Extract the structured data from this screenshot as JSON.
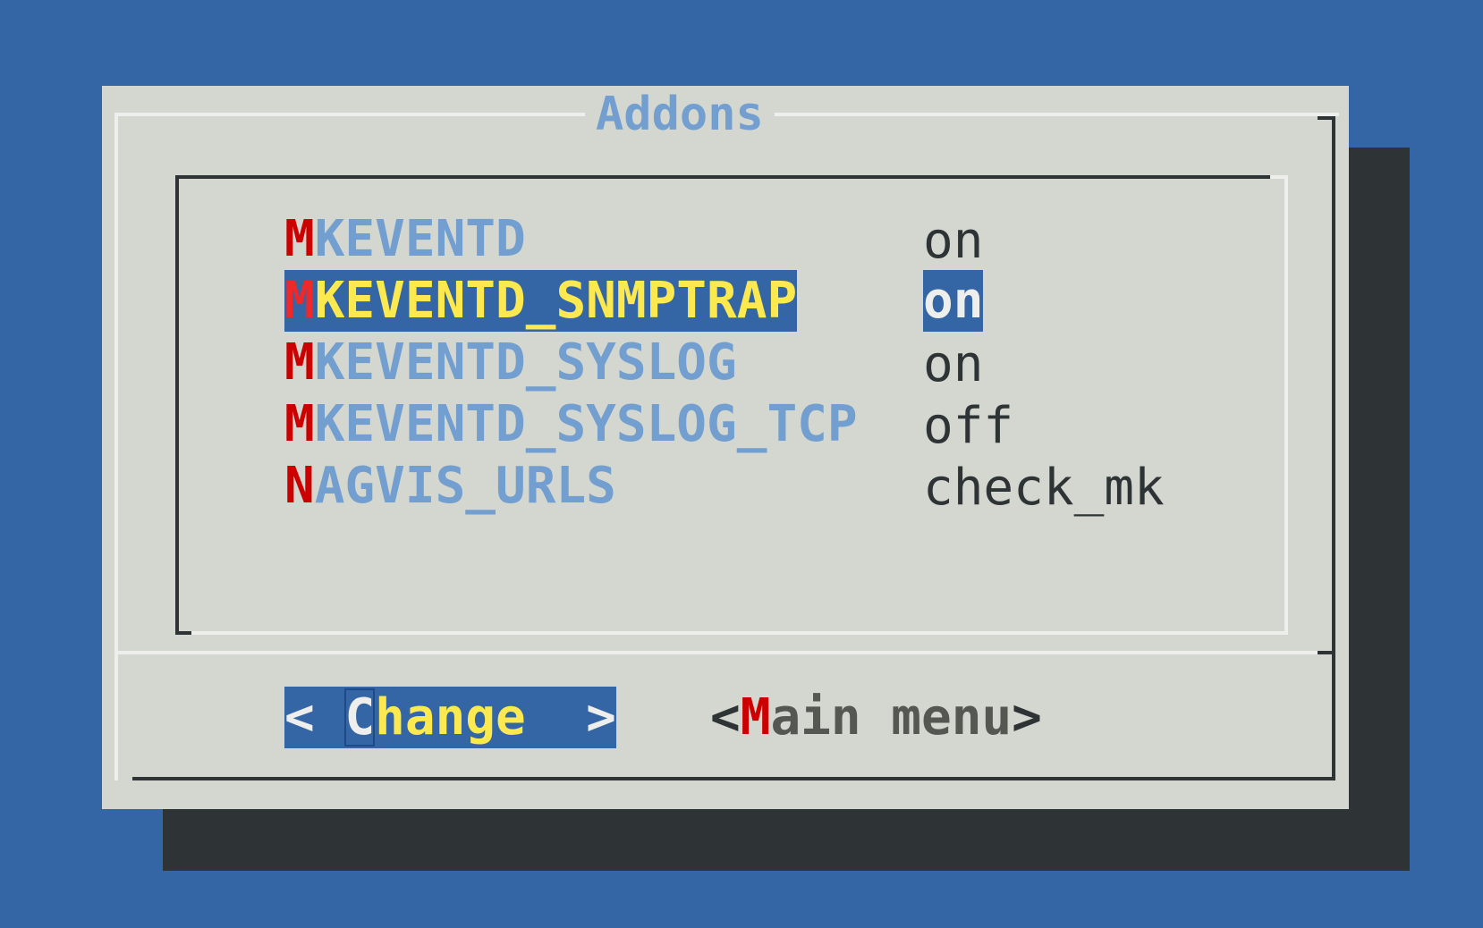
{
  "dialog": {
    "title": "Addons"
  },
  "menu": {
    "items": [
      {
        "hotkey": "M",
        "rest": "KEVENTD",
        "value": "on",
        "selected": false
      },
      {
        "hotkey": "M",
        "rest": "KEVENTD_SNMPTRAP",
        "value": "on",
        "selected": true
      },
      {
        "hotkey": "M",
        "rest": "KEVENTD_SYSLOG",
        "value": "on",
        "selected": false
      },
      {
        "hotkey": "M",
        "rest": "KEVENTD_SYSLOG_TCP",
        "value": "off",
        "selected": false
      },
      {
        "hotkey": "N",
        "rest": "AGVIS_URLS",
        "value": "check_mk",
        "selected": false
      }
    ]
  },
  "buttons": {
    "change": {
      "left": "< ",
      "hotkey": "C",
      "rest": "hange",
      "right": "  >"
    },
    "main_menu": {
      "left": "<",
      "hotkey": "M",
      "rest": "ain menu",
      "right": ">"
    }
  },
  "colors": {
    "background": "#3465a4",
    "dialog": "#d3d7cf",
    "shadow": "#2e3436",
    "title": "#729fcf",
    "hotkey": "#cc0000",
    "selected_text": "#fce94f"
  }
}
